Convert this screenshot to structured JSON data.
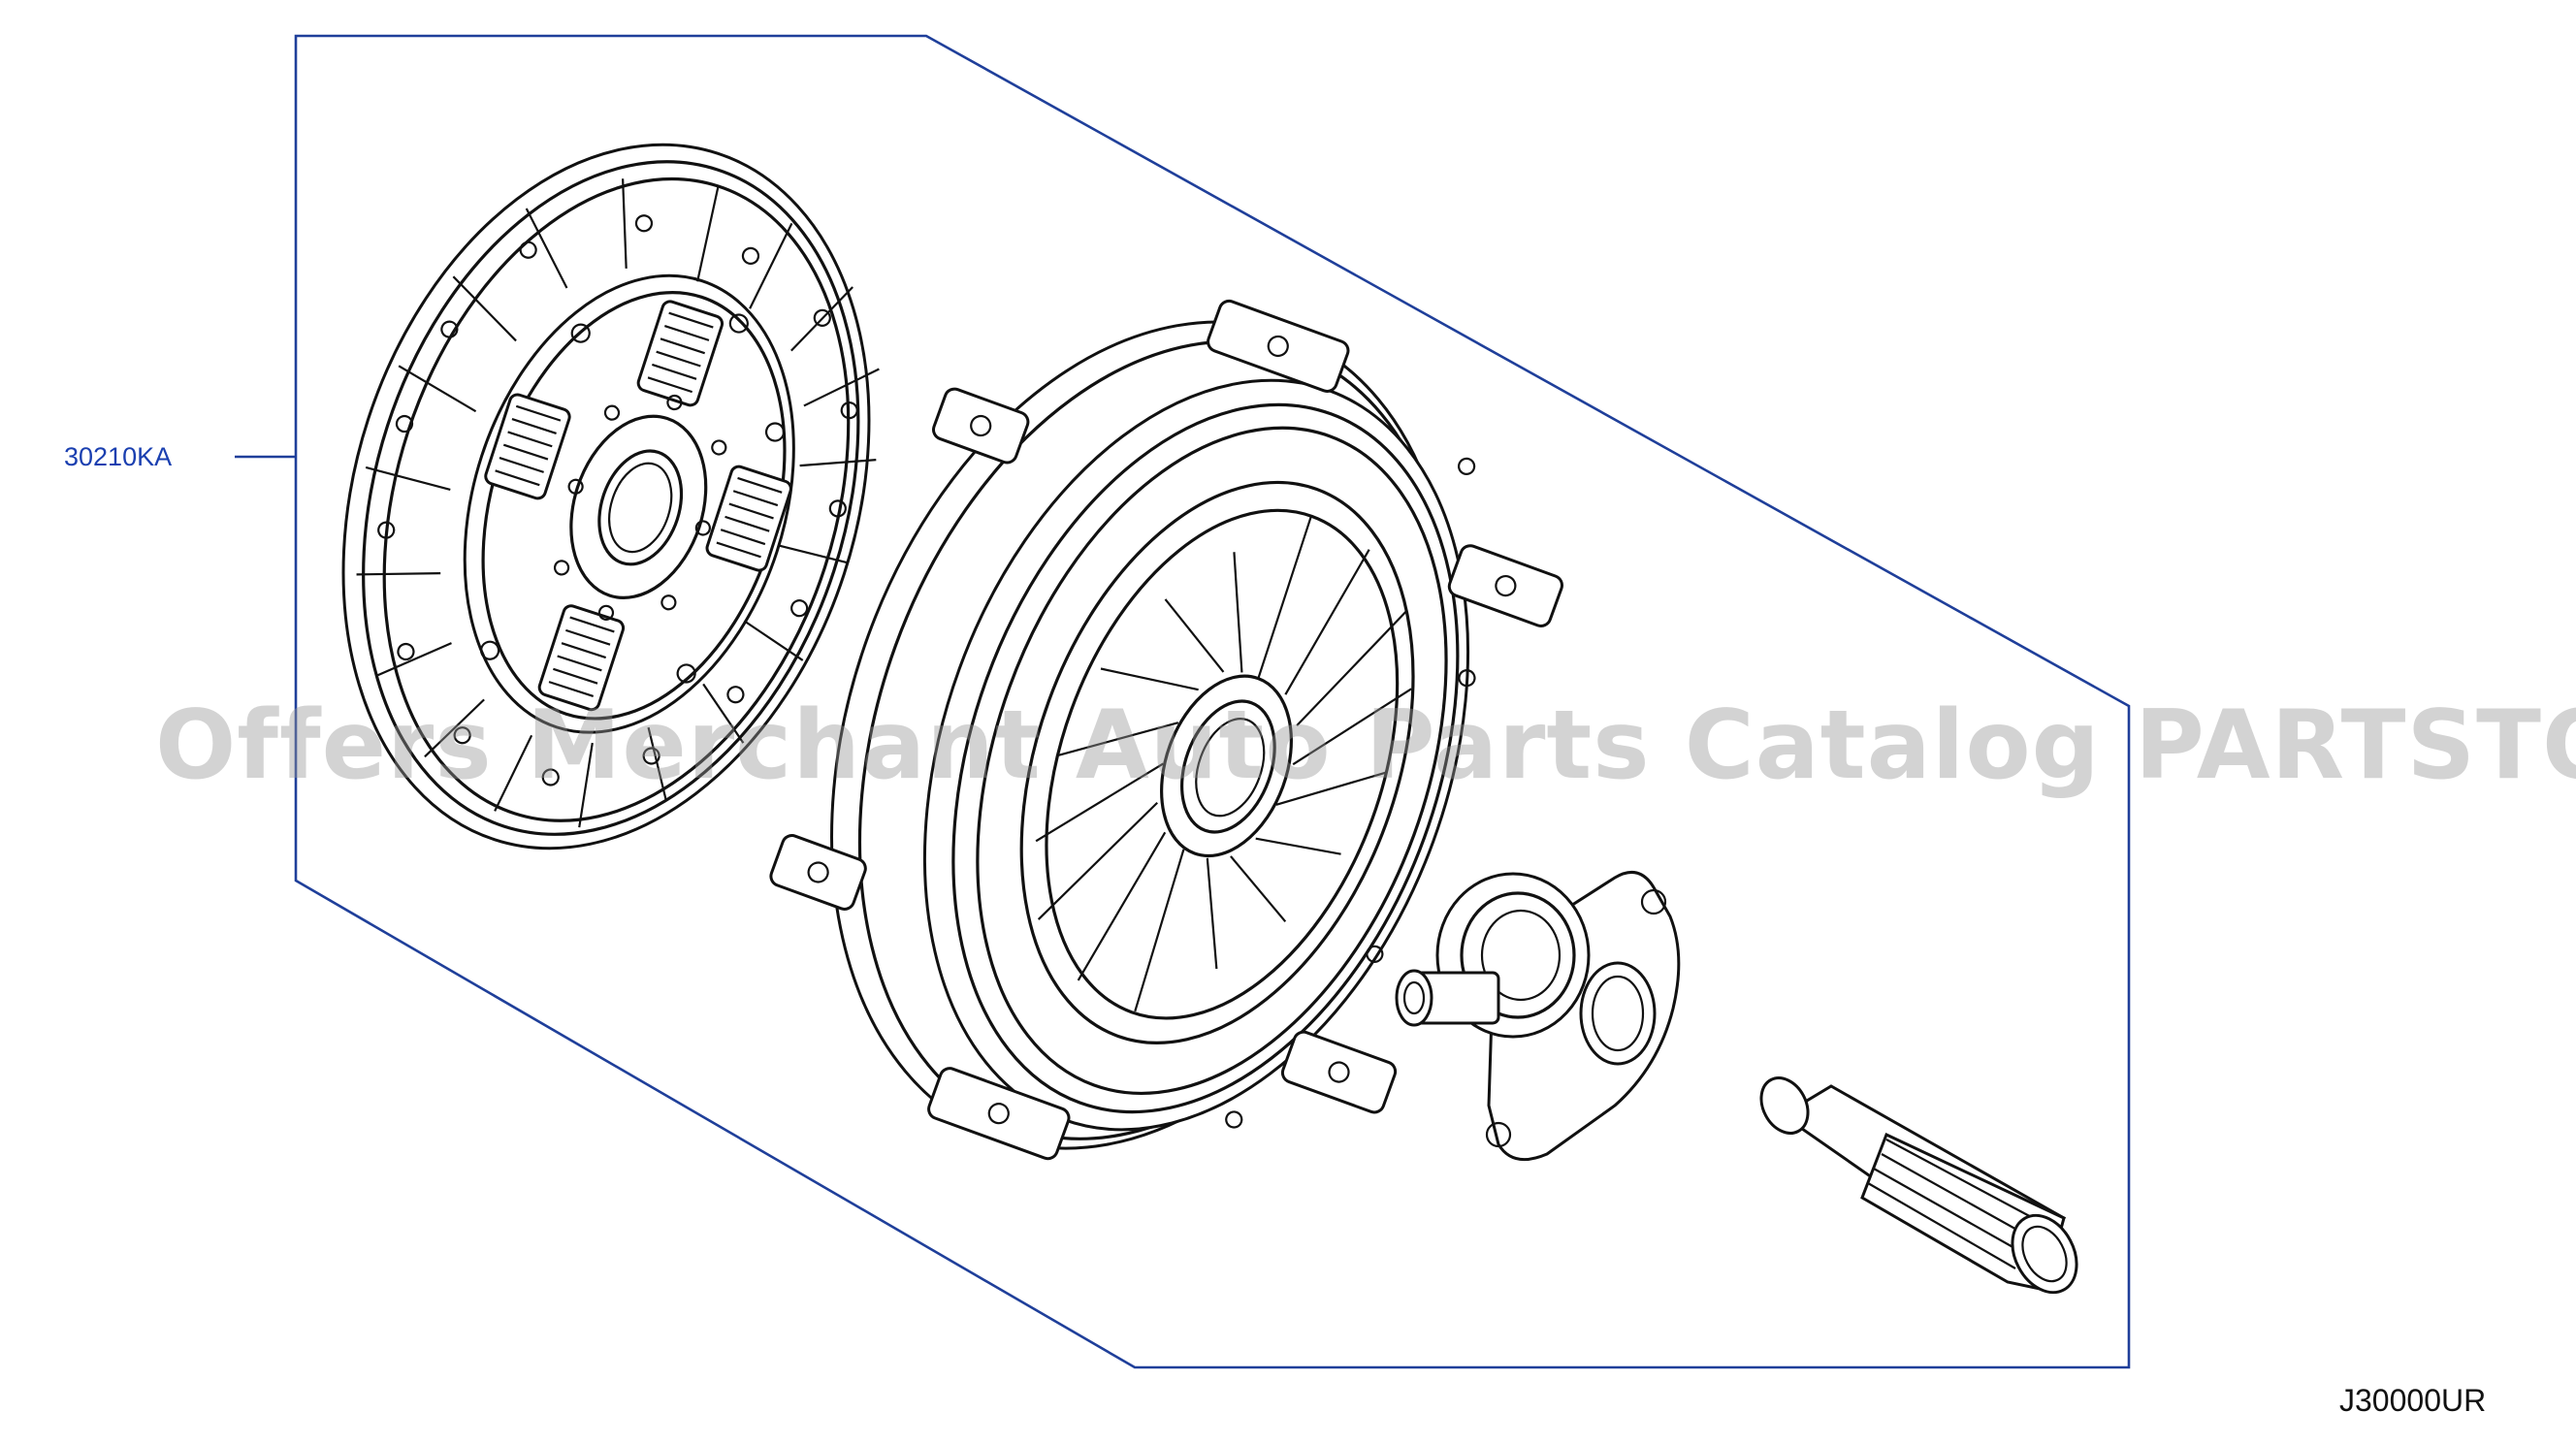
{
  "diagram": {
    "part_label": "30210KA",
    "figure_code": "J30000UR",
    "watermark": "Offers Merchant Auto Parts Catalog PARTSTORE.SA",
    "colors": {
      "outline": "#1f3f9a",
      "callout": "#1a3fb0",
      "ink": "#111111"
    },
    "components": [
      "clutch-disc",
      "pressure-plate-cover",
      "release-bearing",
      "alignment-tool"
    ]
  }
}
